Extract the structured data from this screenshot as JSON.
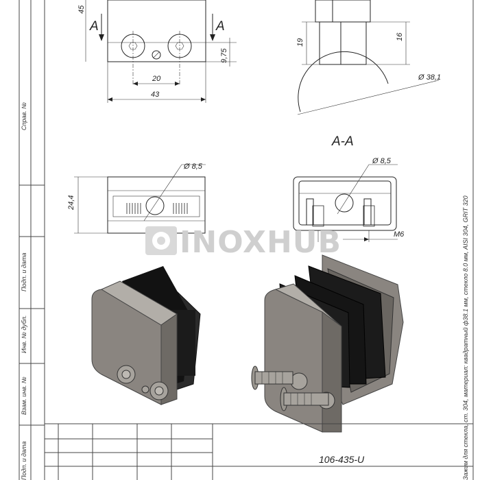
{
  "drawing": {
    "top_view": {
      "dim_height": "45",
      "dim_offset": "9,75",
      "dim_hole_spacing": "20",
      "dim_width": "43",
      "section_mark_left": "A",
      "section_mark_right": "A"
    },
    "side_view": {
      "dim_19": "19",
      "dim_16": "16",
      "dim_diameter": "Ø 38,1"
    },
    "section_title": "A-A",
    "front_view": {
      "dim_height": "24,4",
      "dim_diameter": "Ø 8,5"
    },
    "section_view": {
      "dim_diameter": "Ø 8,5",
      "dim_thread": "M6"
    }
  },
  "watermark": "INOXHUB",
  "left_margin_labels": [
    "Справ. №",
    "Подп. и дата",
    "Инв. № дубл.",
    "Взам. инв. №",
    "Подп. и дата"
  ],
  "right_margin_note": "Зажим для стекла, ст. 304, материал: квадратный ф38.1 мм, стекло 8.0 мм, AISI 304, GRIT 320",
  "title_block": {
    "doc_number": "106-435-U"
  },
  "colors": {
    "metal": "#8a8580",
    "rubber": "#1a1a1a",
    "line": "#222222"
  }
}
